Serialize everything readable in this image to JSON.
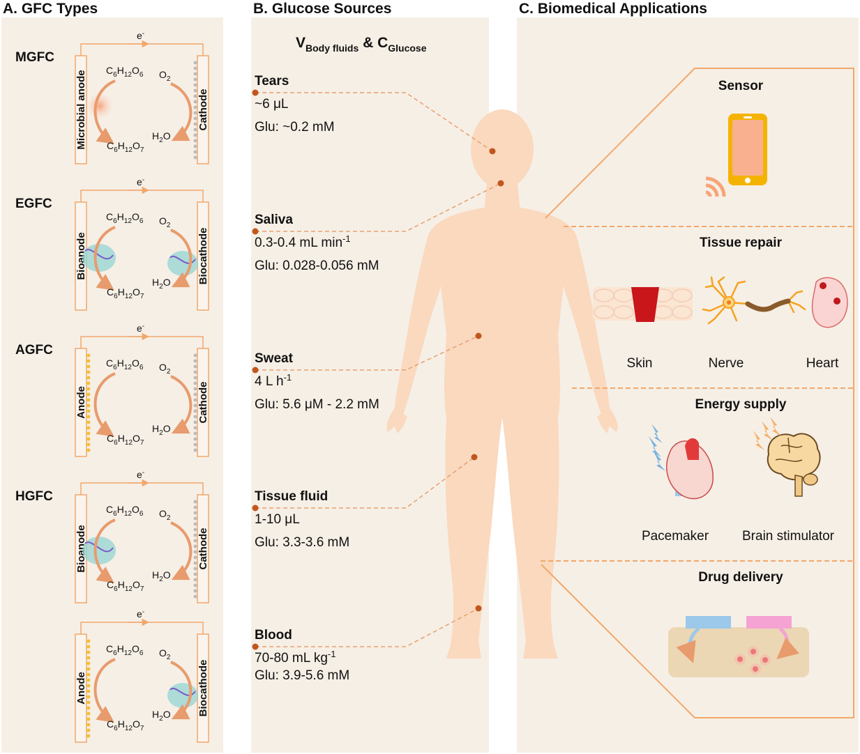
{
  "panel_a": {
    "title": "A. GFC Types",
    "electron": "e",
    "electron_sup": "-",
    "cells": [
      {
        "type": "MGFC",
        "left": "Microbial anode",
        "right": "Cathode"
      },
      {
        "type": "EGFC",
        "left": "Bioanode",
        "right": "Biocathode"
      },
      {
        "type": "AGFC",
        "left": "Anode",
        "right": "Cathode"
      },
      {
        "type": "HGFC",
        "left": "Bioanode",
        "right": "Cathode"
      },
      {
        "type": "",
        "left": "Anode",
        "right": "Biocathode"
      }
    ],
    "chem": {
      "glucose": [
        "C",
        "6",
        "H",
        "12",
        "O",
        "6"
      ],
      "gluconate": [
        "C",
        "6",
        "H",
        "12",
        "O",
        "7"
      ],
      "oxygen": [
        "O",
        "2"
      ],
      "water": [
        "H",
        "2",
        "O"
      ]
    }
  },
  "panel_b": {
    "title": "B. Glucose Sources",
    "header": {
      "v": "V",
      "v_sub": "Body fluids",
      "amp": " & ",
      "c": "C",
      "c_sub": "Glucose"
    },
    "sources": [
      {
        "name": "Tears",
        "volume": "~6 μL",
        "volume_sup": "",
        "glucose": "Glu: ~0.2 mM"
      },
      {
        "name": "Saliva",
        "volume": "0.3-0.4 mL min",
        "volume_sup": "-1",
        "glucose": "Glu: 0.028-0.056 mM"
      },
      {
        "name": "Sweat",
        "volume": "4 L h",
        "volume_sup": "-1",
        "glucose": "Glu: 5.6 μM - 2.2 mM"
      },
      {
        "name": "Tissue fluid",
        "volume": "1-10 μL",
        "volume_sup": "",
        "glucose": "Glu: 3.3-3.6 mM"
      },
      {
        "name": "Blood",
        "volume": "70-80 mL kg",
        "volume_sup": "-1",
        "glucose": "Glu: 3.9-5.6 mM"
      }
    ]
  },
  "panel_c": {
    "title": "C. Biomedical Applications",
    "sections": [
      {
        "title": "Sensor",
        "items": []
      },
      {
        "title": "Tissue repair",
        "items": [
          "Skin",
          "Nerve",
          "Heart"
        ]
      },
      {
        "title": "Energy supply",
        "items": [
          "Pacemaker",
          "Brain stimulator"
        ]
      },
      {
        "title": "Drug delivery",
        "items": []
      }
    ]
  },
  "colors": {
    "panel_bg": "#f6efe6",
    "accent": "#f2a76a",
    "arrow": "#e89b6c",
    "body": "#fad9bf",
    "dot": "#c0571f",
    "electrode_dot_yellow": "#f1c232",
    "electrode_dot_gray": "#bbbbbb"
  }
}
